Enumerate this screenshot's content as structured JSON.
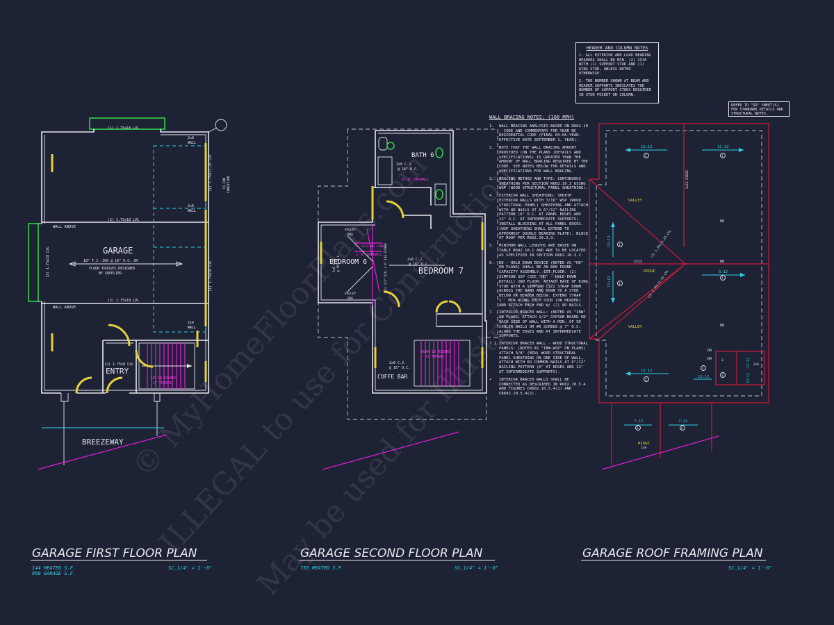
{
  "watermark": {
    "line1": "© MyHomeFloorPlans.com",
    "line2": "ILLEGAL to use for Construction",
    "line3": "May be used for Illustration"
  },
  "first_floor": {
    "title": "GARAGE FIRST FLOOR PLAN",
    "heated": "144 HEATED S.F.",
    "garage_sf": "950 GARAGE S.F.",
    "scale": "SC.1/4\" = 1'-0\"",
    "rooms": {
      "garage": "GARAGE",
      "entry": "ENTRY",
      "breezeway": "BREEZEWAY"
    },
    "labels": {
      "truss_note": "18\" T.J. 360 @ 16\" O.C. OR",
      "truss_note2": "FLOOR TRUSSES DESIGNED",
      "truss_note3": "BY SUPPLIER",
      "wall_above_1": "WALL ABOVE",
      "wall_above_2": "WALL ABOVE",
      "beam_top": "(1) 1.75x18 LVL",
      "beam_mid": "(2) 1.75x18 LVL",
      "beam_low": "(2) 1.75x18 LVL",
      "beam_left": "(2) 1.75x18 LVL",
      "beam_right_top": "(1) 1.75x11.25 LVL",
      "beam_right_mid": "(1) 1.75x18 LVL",
      "beam_entry": "(2) 1.75x8 LVL",
      "stair": "UP 18 RISERS",
      "stair2": "17 TREADS",
      "wall_2x6_a": "2x6",
      "wall_2x6_a2": "WALL",
      "wall_2x6_b": "2x6",
      "wall_2x6_b2": "WALL",
      "wall_2x6_c": "2x6",
      "wall_2x6_c2": "WALL",
      "cs_end": "CS END",
      "cs_end2": "CONDITION"
    }
  },
  "second_floor": {
    "title": "GARAGE SECOND FLOOR PLAN",
    "heated": "755 HEATED S.F.",
    "scale": "SC.1/4\" = 1'-0\"",
    "rooms": {
      "bath": "BATH 6",
      "bed6": "BEDROOM 6",
      "bed7": "BEDROOM 7",
      "coffee": "COFFE BAR"
    },
    "labels": {
      "bath_ceiling": "2x6 C.J.",
      "bath_ceiling2": "@ 16\" O.C.",
      "drywall": "6'-0\" DRYWALL",
      "bed7_ceiling": "2x6 C.J.",
      "bed7_ceiling2": "@ 16\" O.C.",
      "bed6_ceiling": "2x6 C.J.",
      "bed6_ceiling2": "@ 16\" O.C.",
      "ceiling_line": "9' CEILING LINE",
      "knee_wall": "6'-0\" KNEEWALL",
      "valley_1": "VALLEY",
      "valley_1b": "BRG",
      "valley_2": "VALLEY",
      "valley_2b": "BRG",
      "lag": "(2) 1/2\" DIA. x 6\" LAG SCREWS",
      "coffee_ceiling": "2x6 C.J.",
      "coffee_ceiling2": "@ 16\" O.C.",
      "stair": "DOWN 18 RISERS",
      "stair2": "17 TREADS"
    }
  },
  "wall_bracing": {
    "heading": "WALL BRACING NOTES: (100 MPH)",
    "notes": [
      {
        "n": "1.",
        "t": "WALL BRACING ANALYSIS BASED ON R602.10 - CODE AND COMMENTARY FOR YEAR NC RESIDENTIAL CODE (FINAL 03-06-YEAR: EFFECTIVE DATE SEPTEMBER 1, YEAR)."
      },
      {
        "n": "2.",
        "t": "NOTE THAT THE WALL BRACING AMOUNT PROVIDED (ON THE PLANS (DETAILS AND SPECIFICATIONS) IS GREATER THAN THE AMOUNT OF WALL BRACING REQUIRED BY THE CODE. SEE NOTES BELOW FOR DETAILS AND SPECIFICATIONS FOR WALL BRACING."
      },
      {
        "n": "3.",
        "t": "BRACING METHOD AND TYPE: CONTINUOUS SHEATHING PER SECTION R602.10.3 USING WSP (WOOD STRUCTURAL PANEL SHEATHING)."
      },
      {
        "n": "4.",
        "t": "EXTERIOR WALL SHEATHING: SHEATH EXTERIOR WALLS WITH 7/16\" WSP (WOOD STRUCTURAL PANEL) SHEATHING AND ATTACH WITH 8d NAILS AT A 6\"/12\" NAILING PATTERN (6\" O.C. AT PANEL EDGES AND 12\" O.C. AT INTERMEDIATE SUPPORTS). INSTALL BLOCKING AT ALL PANEL EDGES. (WSP SHEATHING SHALL EXTEND TO UPPERMOST DOUBLE BEARING PLATE). BLOCK AT ROOF PER R602.10.3.3."
      },
      {
        "n": "5.",
        "t": "MINIMUM WALL LENGTHS ARE BASED ON TABLE R602.10.1 AND ARE TO BE LOCATED AS SPECIFIED IN SECTION R602.10.3.2."
      },
      {
        "n": "6.",
        "t": "HD - HOLD DOWN DEVICE (NOTED AS \"HD\" ON PLANS) SHALL BE AN 800 POUND CAPACITY ASSEMBLY. 1ST FLOOR: (2) SIMPSON SSP (SEE \"HD\" - HOLD-DOWN DETAIL) 2ND FLOOR: ATTACH BASE OF KING STUD WITH A SIMPSON CS22 STRAP DOWN ACROSS THE BAND AND DOWN TO A STUD BELOW OR HEADER BELOW. EXTEND STRAP 1'' MIN ALONG EACH STUD (OR HEADER) AND ATTACH EACH END W/ (7) 8d NAILS."
      },
      {
        "n": "7.",
        "t": "INTERIOR BRACED WALL: (NOTED AS \"IBW\" ON PLANS) ATTACH 1/2\" GYPSUM BOARD ON EACH SIDE OF WALL WITH A MIN. OF 5d COOLER NAILS OR #6 SCREWS @ 7\" O.C. ALONG THE EDGES AND AT INTERMEDIATE SUPPORTS."
      },
      {
        "n": "7.1.",
        "t": "INTERIOR BRACED WALL - WOOD STRUCTURAL PANELS: (NOTED AS \"IBW-WSP\" ON PLANS) ATTACH 3/8\" (MIN) WOOD STRUCTURAL PANEL SHEATHING ON ONE SIDE OF WALL, ATTACH WITH 6d COMMON NAILS AT 6\"/12\" NAILING PATTERN (6\" AT EDGES AND 12\" AT INTERMEDIATE SUPPORTS)."
      },
      {
        "n": "•",
        "t": "INTERIOR BRACED WALLS SHALL BE CONNECTED AS DESCRIBED IN R602.10.5.4 AND FIGURES CR602.10.5.4(1) AND CR602.10.5.4(2)."
      }
    ]
  },
  "header_column_notes": {
    "heading": "HEADER AND COLUMN NOTES",
    "note1": "1. ALL EXTERIOR AND LOAD BEARING HEADERS SHALL BE MIN. (2) 2x10 WITH (1) SUPPORT STUD AND (1) KING STUD, UNLESS NOTED OTHERWISE.",
    "note2": "2. THE NUMBER SHOWN AT BEAM AND HEADER SUPPORTS INDICATES THE NUMBER OF SUPPORT STUDS REQUIRED IN STUD POCKET OR COLUMN."
  },
  "refer_note": "REFER TO \"SD\" SHEET(S) FOR STANDARD DETAILS AND STRUCTURAL NOTES.",
  "roof": {
    "title": "GARAGE ROOF FRAMING PLAN",
    "scale": "SC.1/4\" = 1'-0\"",
    "labels": {
      "pitch_a": "12:12",
      "pitch_b": "12:12",
      "pitch_c": "12:12",
      "pitch_d": "12:12",
      "pitch_e": "12:12",
      "pitch_f": "5:12",
      "pitch_g": "12:12",
      "pitch_h": "12:12",
      "pitch_i": "12:12",
      "pitch_j": "7:12",
      "pitch_k": "7:12",
      "valley_1": "VALLEY",
      "valley_2": "VALLEY",
      "ridge_1": "RIDGE",
      "ridge_1b": "2x12",
      "ridge_2": "2x12 RIDGE",
      "ridge_3": "RIDGE",
      "ridge_3b": "2x8",
      "beam": "(2) 1.75x11.25 LVL",
      "beam2": "(2) 1.75x11.25 LVL",
      "dr1": "DR",
      "dr2": "DR",
      "dr3": "DR",
      "dr4": "DR",
      "dr5": "DR",
      "x2x6": "2x6",
      "c1": "1",
      "c2": "1",
      "c3": "1",
      "c4": "1",
      "c5": "1",
      "c6": "1",
      "c7": "1",
      "c8": "6",
      "c9": "6",
      "c10": "3",
      "c11": "3"
    }
  },
  "colors": {
    "background": "#1e2235",
    "lines": "#e8e8ee",
    "cyan": "#2fd4e6",
    "magenta": "#e020d8",
    "red": "#d01a3a",
    "yellow": "#e6d23a"
  }
}
